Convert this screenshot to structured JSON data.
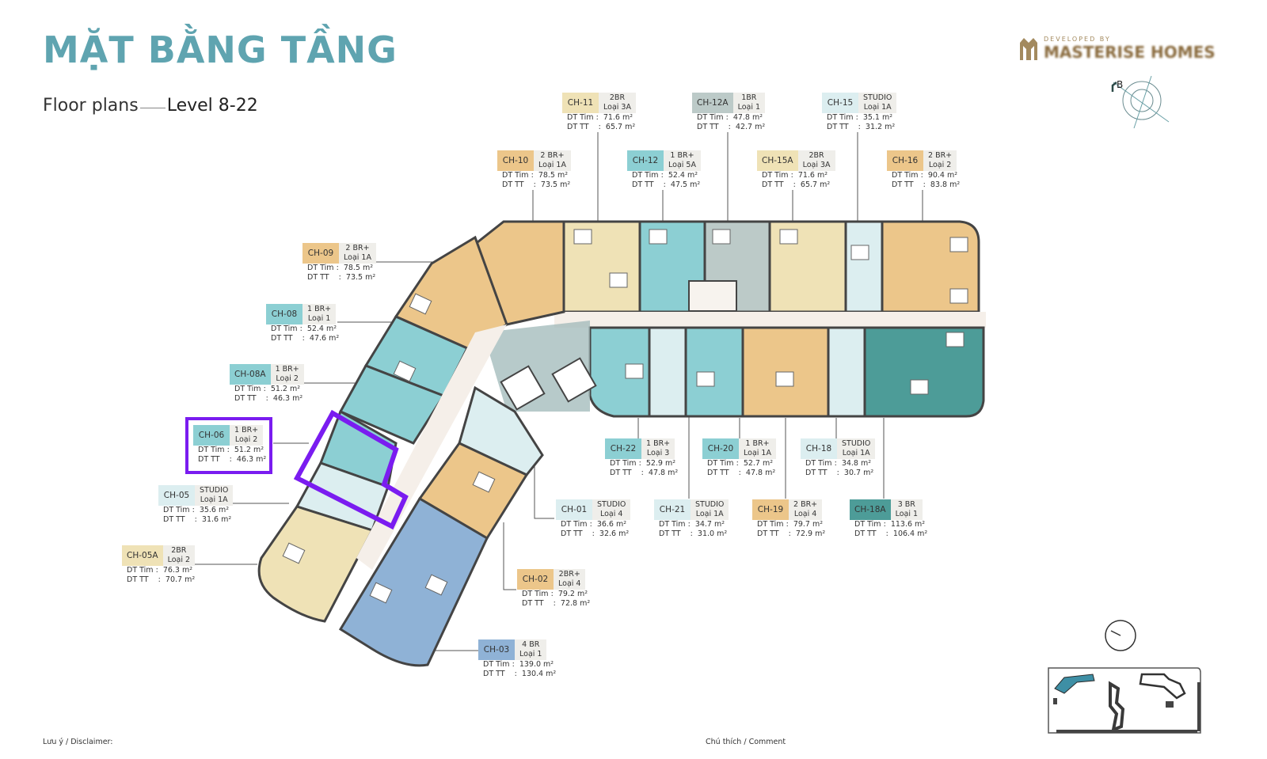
{
  "header": {
    "title": "MẶT BẰNG TẦNG",
    "subtitle": "Floor plans",
    "level": "Level 8-22"
  },
  "logo": {
    "small_text": "DEVELOPED BY",
    "brand": "MASTERISE HOMES",
    "icon": "masterise-m-logo-icon"
  },
  "compass": {
    "letter": "B",
    "icon": "north-arrow-compass-icon"
  },
  "colors": {
    "teal_title": "#5fa4b0",
    "selection": "#7a1cf0",
    "unit_cream": "#efe2b6",
    "unit_orange": "#ecc68a",
    "unit_cyan": "#8ccfd3",
    "unit_pale_cyan": "#d9ecee",
    "unit_grey": "#b9c6c6",
    "unit_dark_teal": "#4d9c98",
    "unit_blue": "#8fb2d6",
    "corridor": "#f5efe9",
    "wall": "#444444"
  },
  "units": [
    {
      "code": "CH-11",
      "type": "2BR",
      "loai": "Loại 3A",
      "dt_tim": "71.6 m²",
      "dt_tt": "65.7 m²",
      "color": "#efe2b6"
    },
    {
      "code": "CH-12A",
      "type": "1BR",
      "loai": "Loại 1",
      "dt_tim": "47.8 m²",
      "dt_tt": "42.7 m²",
      "color": "#bccac8"
    },
    {
      "code": "CH-15",
      "type": "STUDIO",
      "loai": "Loại 1A",
      "dt_tim": "35.1 m²",
      "dt_tt": "31.2 m²",
      "color": "#dceef0"
    },
    {
      "code": "CH-10",
      "type": "2 BR+",
      "loai": "Loại 1A",
      "dt_tim": "78.5 m²",
      "dt_tt": "73.5 m²",
      "color": "#ecc68a"
    },
    {
      "code": "CH-12",
      "type": "1 BR+",
      "loai": "Loại 5A",
      "dt_tim": "52.4 m²",
      "dt_tt": "47.5 m²",
      "color": "#8ccfd3"
    },
    {
      "code": "CH-15A",
      "type": "2BR",
      "loai": "Loại 3A",
      "dt_tim": "71.6 m²",
      "dt_tt": "65.7 m²",
      "color": "#efe2b6"
    },
    {
      "code": "CH-16",
      "type": "2 BR+",
      "loai": "Loại 2",
      "dt_tim": "90.4 m²",
      "dt_tt": "83.8 m²",
      "color": "#ecc68a"
    },
    {
      "code": "CH-09",
      "type": "2 BR+",
      "loai": "Loại 1A",
      "dt_tim": "78.5 m²",
      "dt_tt": "73.5 m²",
      "color": "#ecc68a"
    },
    {
      "code": "CH-08",
      "type": "1 BR+",
      "loai": "Loại 1",
      "dt_tim": "52.4 m²",
      "dt_tt": "47.6 m²",
      "color": "#8ccfd3"
    },
    {
      "code": "CH-08A",
      "type": "1 BR+",
      "loai": "Loại 2",
      "dt_tim": "51.2 m²",
      "dt_tt": "46.3 m²",
      "color": "#8ccfd3"
    },
    {
      "code": "CH-06",
      "type": "1 BR+",
      "loai": "Loại 2",
      "dt_tim": "51.2 m²",
      "dt_tt": "46.3 m²",
      "color": "#8ccfd3",
      "selected": true
    },
    {
      "code": "CH-05",
      "type": "STUDIO",
      "loai": "Loại 1A",
      "dt_tim": "35.6 m²",
      "dt_tt": "31.6 m²",
      "color": "#dceef0"
    },
    {
      "code": "CH-05A",
      "type": "2BR",
      "loai": "Loại 2",
      "dt_tim": "76.3 m²",
      "dt_tt": "70.7 m²",
      "color": "#efe2b6"
    },
    {
      "code": "CH-22",
      "type": "1 BR+",
      "loai": "Loại 3",
      "dt_tim": "52.9 m²",
      "dt_tt": "47.8 m²",
      "color": "#8ccfd3"
    },
    {
      "code": "CH-20",
      "type": "1 BR+",
      "loai": "Loại 1A",
      "dt_tim": "52.7 m²",
      "dt_tt": "47.8 m²",
      "color": "#8ccfd3"
    },
    {
      "code": "CH-18",
      "type": "STUDIO",
      "loai": "Loại 1A",
      "dt_tim": "34.8 m²",
      "dt_tt": "30.7 m²",
      "color": "#dceef0"
    },
    {
      "code": "CH-01",
      "type": "STUDIO",
      "loai": "Loại 4",
      "dt_tim": "36.6 m²",
      "dt_tt": "32.6 m²",
      "color": "#dceef0"
    },
    {
      "code": "CH-21",
      "type": "STUDIO",
      "loai": "Loại 1A",
      "dt_tim": "34.7 m²",
      "dt_tt": "31.0 m²",
      "color": "#dceef0"
    },
    {
      "code": "CH-19",
      "type": "2 BR+",
      "loai": "Loại 4",
      "dt_tim": "79.7 m²",
      "dt_tt": "72.9 m²",
      "color": "#ecc68a"
    },
    {
      "code": "CH-18A",
      "type": "3 BR",
      "loai": "Loại 1",
      "dt_tim": "113.6 m²",
      "dt_tt": "106.4 m²",
      "color": "#4d9c98"
    },
    {
      "code": "CH-02",
      "type": "2BR+",
      "loai": "Loại 4",
      "dt_tim": "79.2 m²",
      "dt_tt": "72.8 m²",
      "color": "#ecc68a"
    },
    {
      "code": "CH-03",
      "type": "4 BR",
      "loai": "Loại 1",
      "dt_tim": "139.0 m²",
      "dt_tt": "130.4 m²",
      "color": "#8fb2d6"
    }
  ],
  "labels": {
    "dt_tim": "DT Tim",
    "dt_tt": "DT TT"
  },
  "footer": {
    "disclaimer": "Lưu ý / Disclaimer:",
    "comment": "Chú thích / Comment"
  },
  "keyplan": {
    "icon": "key-plan-icon"
  },
  "sun": {
    "icon": "sun-path-icon"
  }
}
